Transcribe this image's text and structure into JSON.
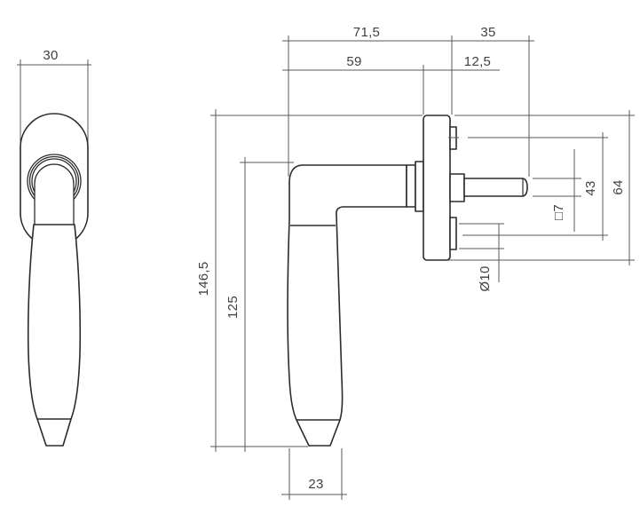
{
  "drawing": {
    "type": "technical-dimension-drawing",
    "subject": "window handle with rosette, two orthographic views",
    "colors": {
      "background": "#ffffff",
      "object_line": "#2b2b2d",
      "dimension_line": "#59595b",
      "text": "#414143"
    }
  },
  "dimensions": {
    "rosette_width": "30",
    "overall_depth": "71,5",
    "spindle_length": "35",
    "handle_offset": "59",
    "rosette_thickness": "12,5",
    "overall_height": "146,5",
    "lever_length": "125",
    "screw_center_distance": "43",
    "rosette_height": "64",
    "spindle_square": "□7",
    "screw_hole_diameter": "Ø10",
    "grip_width": "23"
  }
}
